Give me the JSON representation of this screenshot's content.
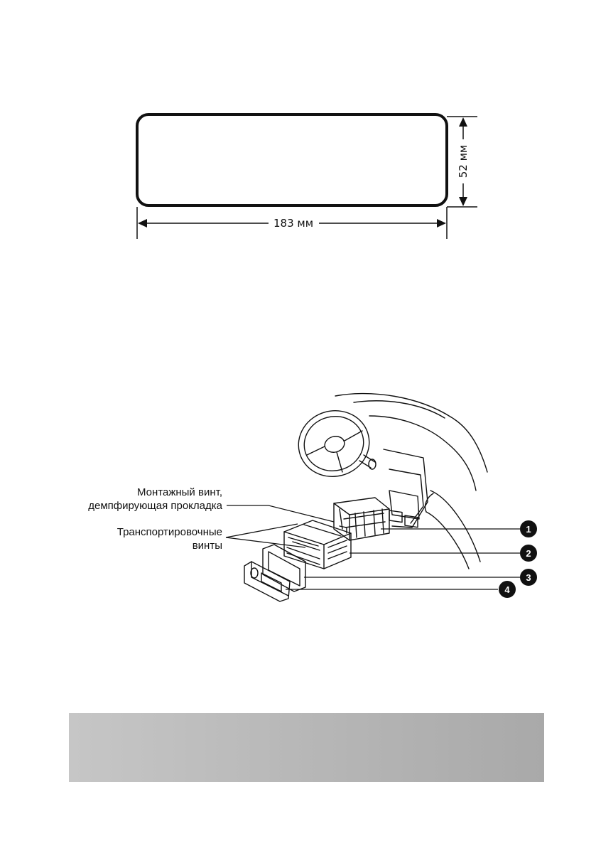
{
  "dimension_diagram": {
    "width_label": "183 мм",
    "height_label": "52 мм"
  },
  "installation_diagram": {
    "callouts": {
      "mounting_screw_line1": "Монтажный винт,",
      "mounting_screw_line2": "демпфирующая прокладка",
      "transport_screws_line1": "Транспортировочные",
      "transport_screws_line2": "винты"
    },
    "badges": [
      "1",
      "2",
      "3",
      "4"
    ]
  },
  "colors": {
    "ink": "#111111",
    "band_start": "#c6c6c6",
    "band_end": "#a9a9a9"
  }
}
